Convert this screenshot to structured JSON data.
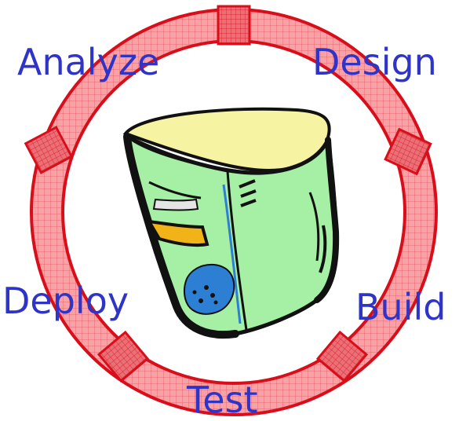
{
  "diagram": {
    "stages": [
      {
        "label": "Analyze"
      },
      {
        "label": "Design"
      },
      {
        "label": "Build"
      },
      {
        "label": "Test"
      },
      {
        "label": "Deploy"
      }
    ]
  },
  "colors": {
    "ring_fill": "#f7a2a6",
    "ring_stroke": "#d80f1a",
    "segment_fill": "#e9525a",
    "label_text": "#2f34c9",
    "server_body": "#a6f0a6",
    "server_top": "#f6f3a3",
    "server_outline": "#111111",
    "server_slot": "#f2b318",
    "server_vent": "#2d7fd3"
  },
  "icons": {
    "center": "server-icon"
  }
}
